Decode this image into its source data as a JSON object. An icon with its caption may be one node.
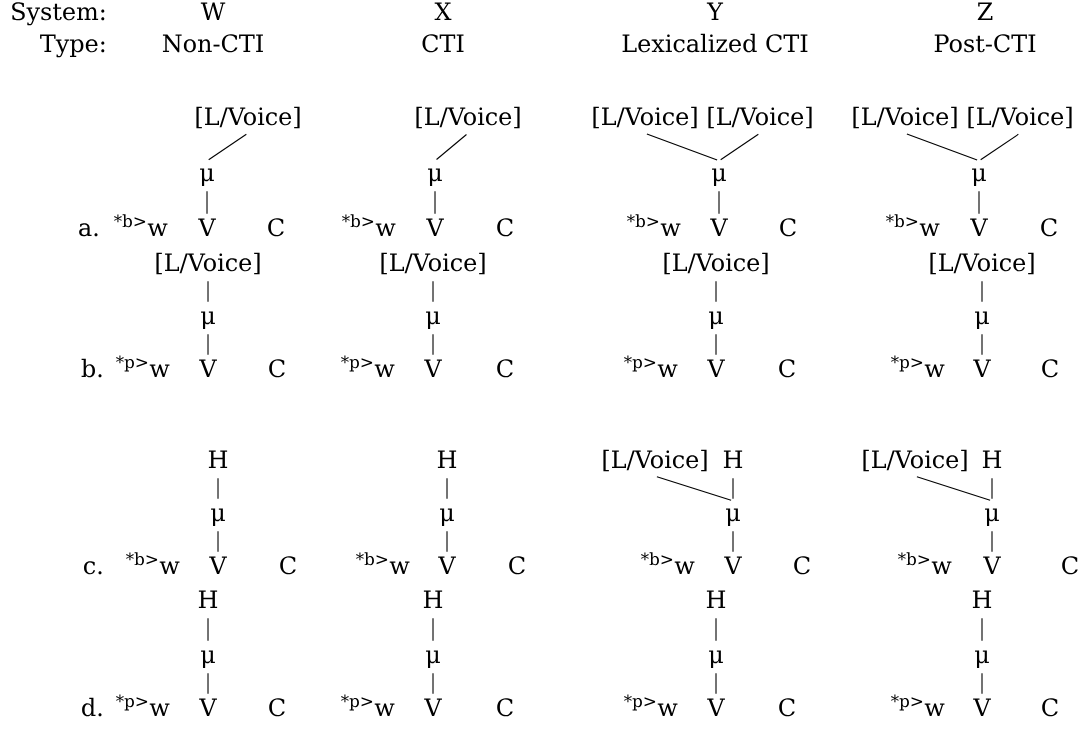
{
  "diagram": {
    "nodes": [
      {
        "text": [
          "[L/Voice]"
        ]
      },
      {
        "text": [
          "μ"
        ]
      },
      {
        "text": [
          "V"
        ]
      },
      {
        "text": [
          "[L/Voice]"
        ]
      },
      {
        "text": [
          "μ"
        ]
      },
      {
        "text": [
          "V"
        ]
      },
      {
        "text": [
          "[L/Voice]"
        ]
      },
      {
        "text": [
          "[L/Voice]"
        ]
      },
      {
        "text": [
          "μ"
        ]
      },
      {
        "text": [
          "V"
        ]
      },
      {
        "text": [
          "[L/Voice]"
        ]
      },
      {
        "text": [
          "[L/Voice]"
        ]
      },
      {
        "text": [
          "μ"
        ]
      },
      {
        "text": [
          "V"
        ]
      },
      {
        "text": [
          "[L/Voice]"
        ]
      },
      {
        "text": [
          "μ"
        ]
      },
      {
        "text": [
          "V"
        ]
      },
      {
        "text": [
          "[L/Voice]"
        ]
      },
      {
        "text": [
          "μ"
        ]
      },
      {
        "text": [
          "V"
        ]
      },
      {
        "text": [
          "[L/Voice]"
        ]
      },
      {
        "text": [
          "μ"
        ]
      },
      {
        "text": [
          "V"
        ]
      },
      {
        "text": [
          "[L/Voice]"
        ]
      },
      {
        "text": [
          "μ"
        ]
      },
      {
        "text": [
          "V"
        ]
      },
      {
        "text": [
          "H"
        ]
      },
      {
        "text": [
          "μ"
        ]
      },
      {
        "text": [
          "V"
        ]
      },
      {
        "text": [
          "H"
        ]
      },
      {
        "text": [
          "μ"
        ]
      },
      {
        "text": [
          "V"
        ]
      },
      {
        "text": [
          "[L/Voice]"
        ]
      },
      {
        "text": [
          "H"
        ]
      },
      {
        "text": [
          "μ"
        ]
      },
      {
        "text": [
          "V"
        ]
      },
      {
        "text": [
          "[L/Voice]"
        ]
      },
      {
        "text": [
          "H"
        ]
      },
      {
        "text": [
          "μ"
        ]
      },
      {
        "text": [
          "V"
        ]
      },
      {
        "text": [
          "H"
        ]
      },
      {
        "text": [
          "μ"
        ]
      },
      {
        "text": [
          "V"
        ]
      },
      {
        "text": [
          "H"
        ]
      },
      {
        "text": [
          "μ"
        ]
      },
      {
        "text": [
          "V"
        ]
      },
      {
        "text": [
          "H"
        ]
      },
      {
        "text": [
          "μ"
        ]
      },
      {
        "text": [
          "V"
        ]
      },
      {
        "text": [
          "H"
        ]
      },
      {
        "text": [
          "μ"
        ]
      },
      {
        "text": [
          "V"
        ]
      }
    ],
    "edges": [
      {
        "from": 0,
        "to": 1,
        "arrow": "none"
      },
      {
        "from": 1,
        "to": 2,
        "arrow": "none"
      },
      {
        "from": 3,
        "to": 4,
        "arrow": "none"
      },
      {
        "from": 4,
        "to": 5,
        "arrow": "none"
      },
      {
        "from": 6,
        "to": 8,
        "arrow": "none"
      },
      {
        "from": 7,
        "to": 8,
        "arrow": "none"
      },
      {
        "from": 8,
        "to": 9,
        "arrow": "none"
      },
      {
        "from": 10,
        "to": 12,
        "arrow": "none"
      },
      {
        "from": 11,
        "to": 12,
        "arrow": "none"
      },
      {
        "from": 12,
        "to": 13,
        "arrow": "none"
      },
      {
        "from": 14,
        "to": 15,
        "arrow": "none"
      },
      {
        "from": 15,
        "to": 16,
        "arrow": "none"
      },
      {
        "from": 17,
        "to": 18,
        "arrow": "none"
      },
      {
        "from": 18,
        "to": 19,
        "arrow": "none"
      },
      {
        "from": 20,
        "to": 21,
        "arrow": "none"
      },
      {
        "from": 21,
        "to": 22,
        "arrow": "none"
      },
      {
        "from": 23,
        "to": 24,
        "arrow": "none"
      },
      {
        "from": 24,
        "to": 25,
        "arrow": "none"
      },
      {
        "from": 26,
        "to": 27,
        "arrow": "none"
      },
      {
        "from": 27,
        "to": 28,
        "arrow": "none"
      },
      {
        "from": 29,
        "to": 30,
        "arrow": "none"
      },
      {
        "from": 30,
        "to": 31,
        "arrow": "none"
      },
      {
        "from": 32,
        "to": 34,
        "arrow": "none"
      },
      {
        "from": 33,
        "to": 34,
        "arrow": "none"
      },
      {
        "from": 34,
        "to": 35,
        "arrow": "none"
      },
      {
        "from": 36,
        "to": 38,
        "arrow": "none"
      },
      {
        "from": 37,
        "to": 38,
        "arrow": "none"
      },
      {
        "from": 38,
        "to": 39,
        "arrow": "none"
      },
      {
        "from": 40,
        "to": 41,
        "arrow": "none"
      },
      {
        "from": 41,
        "to": 42,
        "arrow": "none"
      },
      {
        "from": 43,
        "to": 44,
        "arrow": "none"
      },
      {
        "from": 44,
        "to": 45,
        "arrow": "none"
      },
      {
        "from": 46,
        "to": 47,
        "arrow": "none"
      },
      {
        "from": 47,
        "to": 48,
        "arrow": "none"
      },
      {
        "from": 49,
        "to": 50,
        "arrow": "none"
      },
      {
        "from": 50,
        "to": 51,
        "arrow": "none"
      }
    ],
    "labels": [
      "System:",
      "W",
      "X",
      "Y",
      "Z",
      "Type:",
      "Non-CTI",
      "CTI",
      "Lexicalized CTI",
      "Post-CTI",
      "a.",
      "$^{*b>}$w",
      "C",
      "$^{*b>}$w",
      "C",
      "$^{*b>}$w",
      "C",
      "$^{*b>}$w",
      "C",
      "b.",
      "$^{*p>}$w",
      "C",
      "$^{*p>}$w",
      "C",
      "$^{*p>}$w",
      "C",
      "$^{*p>}$w",
      "C",
      "c.",
      "$^{*b>}$w",
      "C",
      "$^{*b>}$w",
      "C",
      "$^{*b>}$w",
      "C",
      "$^{*b>}$w",
      "C",
      "d.",
      "$^{*p>}$w",
      "C",
      "$^{*p>}$w",
      "C",
      "$^{*p>}$w",
      "C",
      "$^{*p>}$w",
      "C"
    ]
  }
}
